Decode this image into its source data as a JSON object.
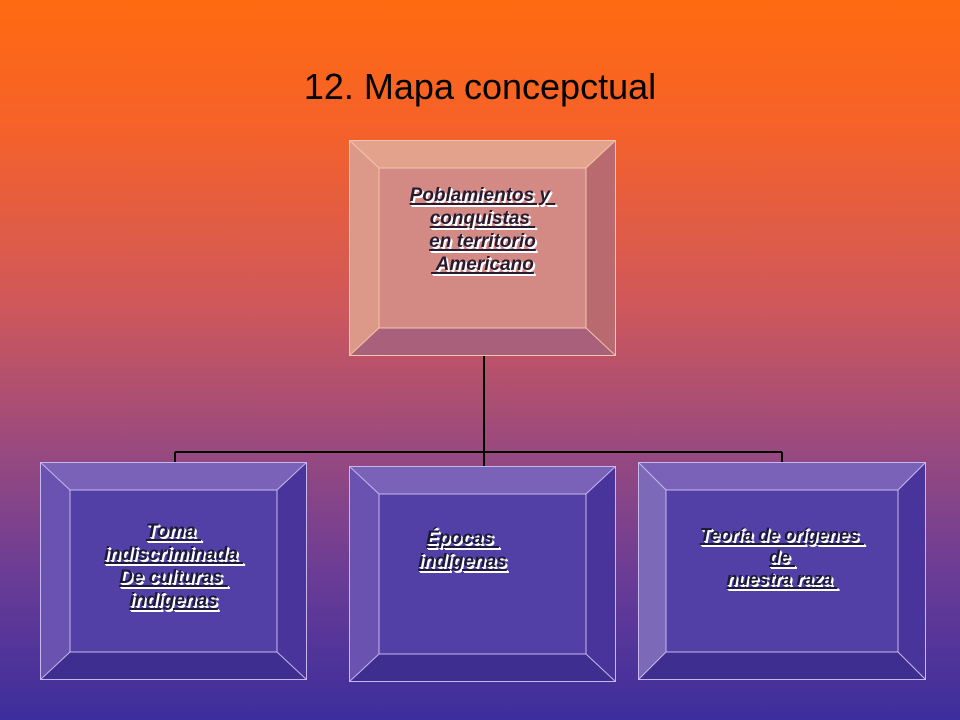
{
  "title": "12.  Mapa concepctual",
  "colors": {
    "background_top": "#ff6a10",
    "background_bottom": "#3c2e9c",
    "top_box": "#d98a84",
    "child_box": "#5a42a8",
    "connector": "#000000"
  },
  "root": {
    "label": "Poblamientos y \nconquistas \nen territorio\n Americano"
  },
  "children": [
    {
      "label": "Toma \nindiscriminada \nDe culturas \nindígenas"
    },
    {
      "label": "Épocas \nindígenas"
    },
    {
      "label": "Teoría de orígenes \nde \nnuestra raza "
    }
  ]
}
